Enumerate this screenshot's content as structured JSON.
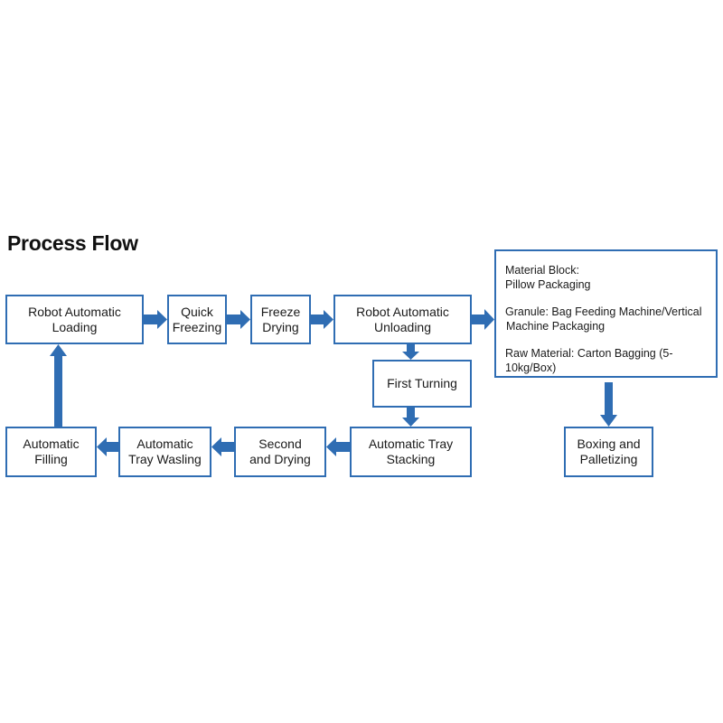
{
  "title": "Process Flow",
  "colors": {
    "border": "#2f6db3",
    "arrow": "#2f6db3",
    "text": "#1a1a1a"
  },
  "nodes": {
    "robot_loading": [
      "Robot Automatic",
      "Loading"
    ],
    "quick_freezing": [
      "Quick",
      "Freezing"
    ],
    "freeze_drying": [
      "Freeze",
      "Drying"
    ],
    "robot_unloading": [
      "Robot Automatic",
      "Unloading"
    ],
    "first_turning": [
      "First Turning"
    ],
    "tray_stacking": [
      "Automatic Tray",
      "Stacking"
    ],
    "second_drying": [
      "Second",
      "and Drying"
    ],
    "tray_washing": [
      "Automatic",
      "Tray Wasling"
    ],
    "auto_filling": [
      "Automatic",
      "Filling"
    ],
    "boxing": [
      "Boxing and",
      "Palletizing"
    ]
  },
  "packaging": {
    "material_block": [
      "Material Block:",
      "Pillow Packaging"
    ],
    "granule": [
      "Granule: Bag Feeding Machine/Vertical",
      "Machine Packaging"
    ],
    "raw_material": [
      "Raw Material: Carton Bagging (5-10kg/Box)"
    ]
  },
  "connections": [
    [
      "robot_loading",
      "quick_freezing"
    ],
    [
      "quick_freezing",
      "freeze_drying"
    ],
    [
      "freeze_drying",
      "robot_unloading"
    ],
    [
      "robot_unloading",
      "packaging"
    ],
    [
      "robot_unloading",
      "first_turning"
    ],
    [
      "first_turning",
      "tray_stacking"
    ],
    [
      "tray_stacking",
      "second_drying"
    ],
    [
      "second_drying",
      "tray_washing"
    ],
    [
      "tray_washing",
      "auto_filling"
    ],
    [
      "auto_filling",
      "robot_loading"
    ],
    [
      "packaging",
      "boxing"
    ]
  ]
}
